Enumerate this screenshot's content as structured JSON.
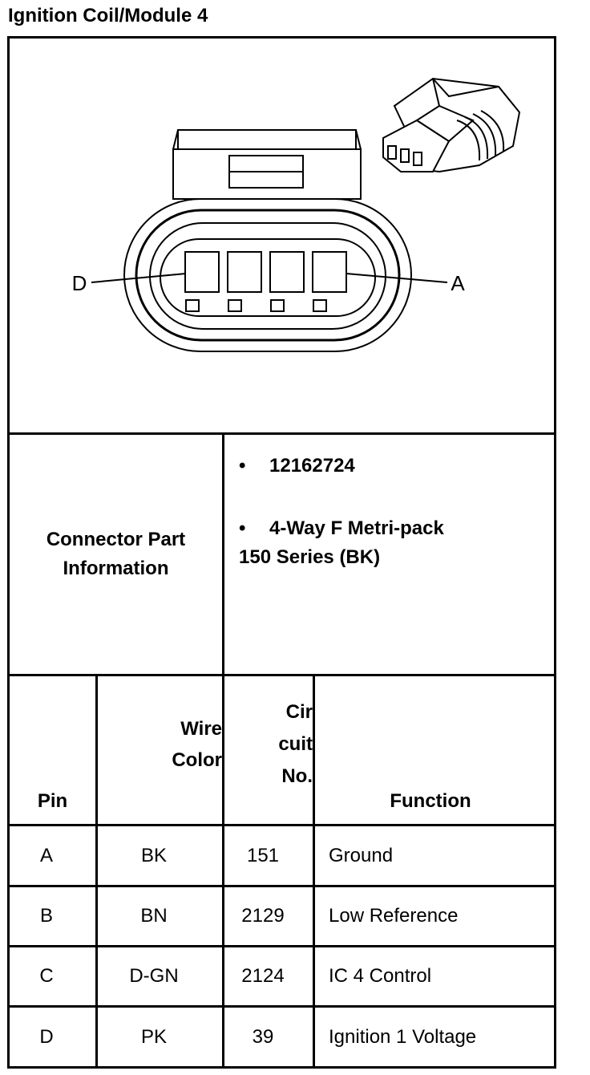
{
  "title": "Ignition Coil/Module 4",
  "diagram": {
    "pin_left_label": "D",
    "pin_right_label": "A"
  },
  "connector_info": {
    "label_line1": "Connector Part",
    "label_line2": "Information",
    "part_number": "12162724",
    "description_line1": "4-Way F Metri-pack",
    "description_line2": "150 Series (BK)",
    "bullet": "•"
  },
  "table": {
    "headers": {
      "pin": "Pin",
      "wire_color_1": "Wire",
      "wire_color_2": "Color",
      "circuit_1": "Cir",
      "circuit_2": "cuit",
      "circuit_3": "No.",
      "function": "Function"
    },
    "rows": [
      {
        "pin": "A",
        "wire": "BK",
        "circuit": "151",
        "function": "Ground"
      },
      {
        "pin": "B",
        "wire": "BN",
        "circuit": "2129",
        "function": "Low Reference"
      },
      {
        "pin": "C",
        "wire": "D-GN",
        "circuit": "2124",
        "function": "IC 4 Control"
      },
      {
        "pin": "D",
        "wire": "PK",
        "circuit": "39",
        "function": "Ignition 1 Voltage"
      }
    ]
  }
}
